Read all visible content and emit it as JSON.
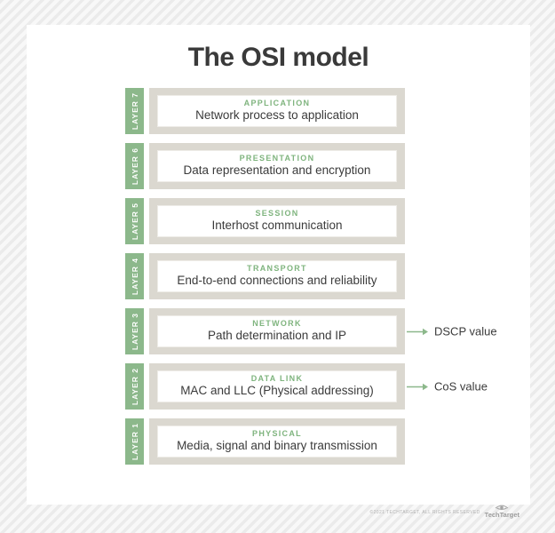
{
  "title": "The OSI model",
  "colors": {
    "tab_green": "#8cb88b",
    "heading_green": "#7fb47e",
    "arrow_green": "#8cb88b",
    "box_beige": "#dbd8d0",
    "text_dark": "#3b3b3b"
  },
  "layers": [
    {
      "tab": "LAYER 7",
      "name": "APPLICATION",
      "description": "Network process to application"
    },
    {
      "tab": "LAYER 6",
      "name": "PRESENTATION",
      "description": "Data representation and encryption"
    },
    {
      "tab": "LAYER 5",
      "name": "SESSION",
      "description": "Interhost communication"
    },
    {
      "tab": "LAYER 4",
      "name": "TRANSPORT",
      "description": "End-to-end connections and reliability"
    },
    {
      "tab": "LAYER 3",
      "name": "NETWORK",
      "description": "Path determination and IP",
      "annotation": "DSCP value"
    },
    {
      "tab": "LAYER 2",
      "name": "DATA LINK",
      "description": "MAC and LLC (Physical addressing)",
      "annotation": "CoS value"
    },
    {
      "tab": "LAYER 1",
      "name": "PHYSICAL",
      "description": "Media, signal and binary transmission"
    }
  ],
  "footer": {
    "copyright": "©2021 TECHTARGET, ALL RIGHTS RESERVED",
    "brand": "TechTarget"
  }
}
